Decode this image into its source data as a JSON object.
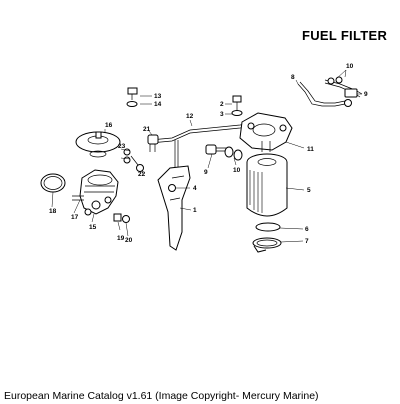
{
  "diagram": {
    "title": "FUEL FILTER",
    "part_numbers": [
      "1",
      "2",
      "3",
      "4",
      "5",
      "6",
      "7",
      "8",
      "9",
      "9",
      "9",
      "10",
      "10",
      "11",
      "12",
      "13",
      "14",
      "15",
      "16",
      "17",
      "18",
      "19",
      "20",
      "21",
      "22",
      "23"
    ]
  },
  "caption": "European Marine Catalog v1.61 (Image Copyright- Mercury Marine)"
}
